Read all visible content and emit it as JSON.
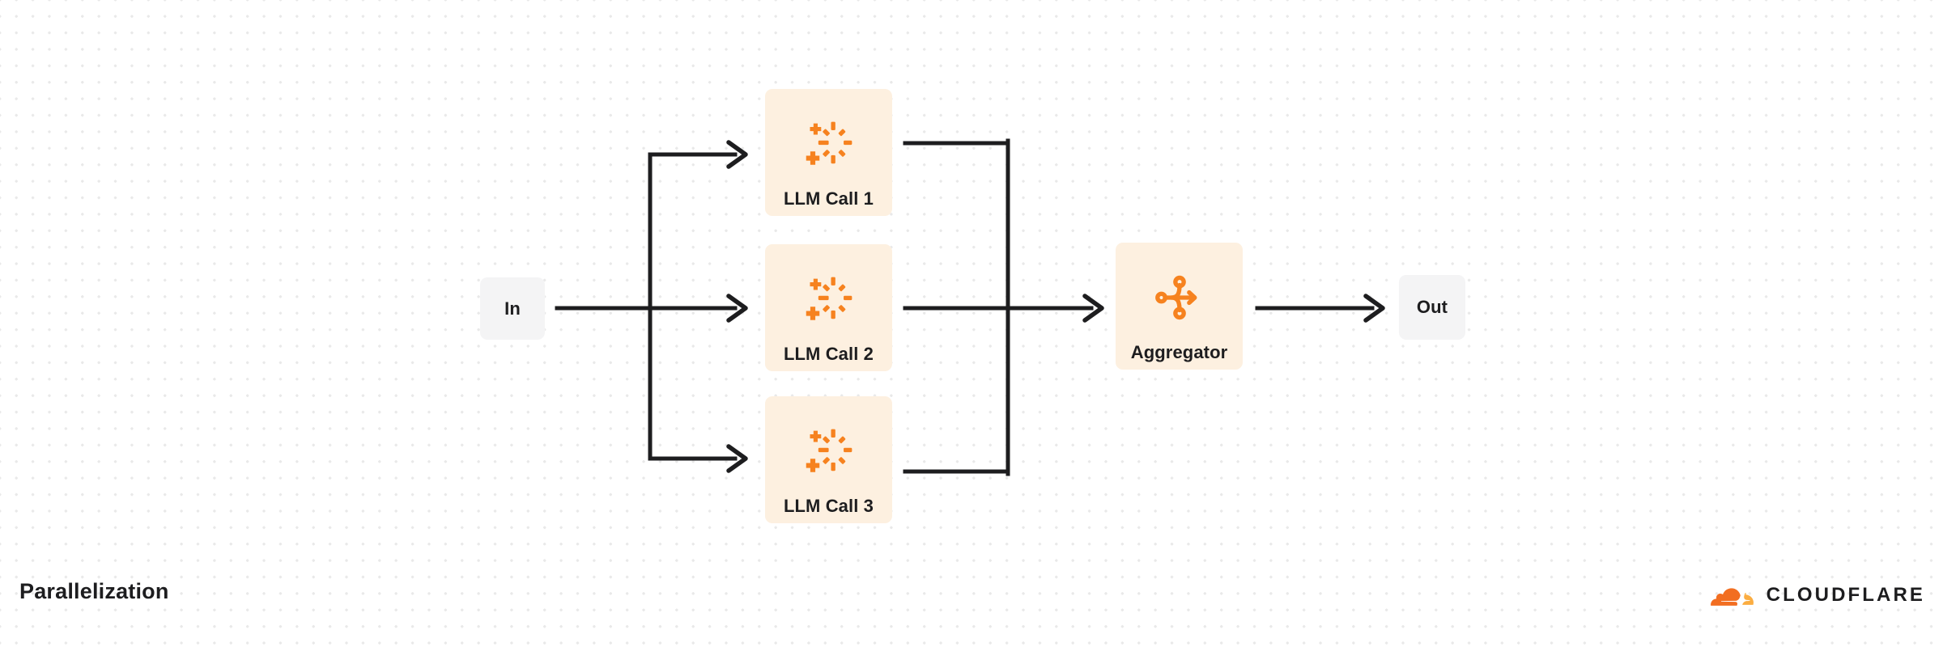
{
  "diagram": {
    "caption": "Parallelization",
    "nodes": {
      "input": {
        "label": "In",
        "icon": "none",
        "bg": "#f4f4f5"
      },
      "llm1": {
        "label": "LLM Call 1",
        "icon": "sparkle-ai-icon",
        "bg": "#fdf0e0"
      },
      "llm2": {
        "label": "LLM Call 2",
        "icon": "sparkle-ai-icon",
        "bg": "#fdf0e0"
      },
      "llm3": {
        "label": "LLM Call 3",
        "icon": "sparkle-ai-icon",
        "bg": "#fdf0e0"
      },
      "aggregator": {
        "label": "Aggregator",
        "icon": "aggregator-merge-icon",
        "bg": "#fdf0e0"
      },
      "output": {
        "label": "Out",
        "icon": "none",
        "bg": "#f4f4f5"
      }
    },
    "colors": {
      "accent_orange": "#f6821f",
      "card_background": "#fdf0e0",
      "io_background": "#f4f4f5",
      "wire": "#1d1d1f",
      "text": "#1d1d1f",
      "dot_grid": "#e9e9e9",
      "page_background": "#ffffff",
      "brand_cloud_dark": "#f26e21",
      "brand_cloud_light": "#fbad41"
    }
  },
  "brand": {
    "wordmark": "CLOUDFLARE",
    "mark": "cloudflare-cloud-icon"
  }
}
